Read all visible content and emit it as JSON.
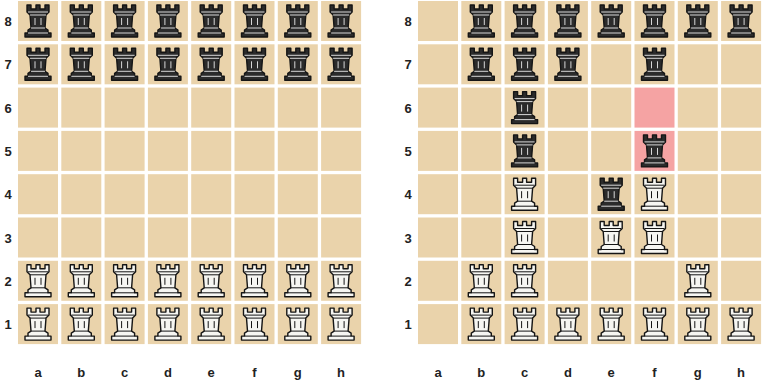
{
  "diagram": {
    "labels": [
      "8",
      "7",
      "6",
      "5",
      "4",
      "3",
      "2",
      "1",
      "a",
      "b",
      "c",
      "d",
      "e",
      "f",
      "g",
      "h",
      "8",
      "7",
      "6",
      "5",
      "4",
      "3",
      "2",
      "1",
      "a",
      "b",
      "c",
      "d",
      "e",
      "f",
      "g",
      "h"
    ]
  }
}
